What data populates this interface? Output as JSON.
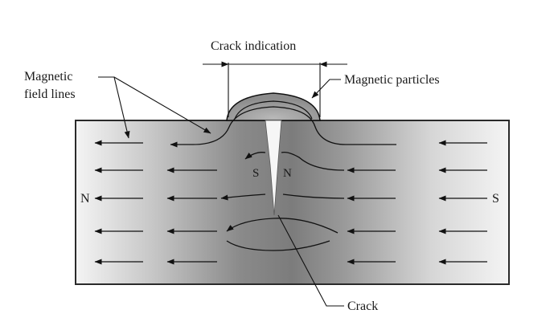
{
  "labels": {
    "crack_indication": "Crack indication",
    "magnetic_field_lines_1": "Magnetic",
    "magnetic_field_lines_2": "field lines",
    "magnetic_particles": "Magnetic particles",
    "crack": "Crack",
    "pole_left": "N",
    "pole_right": "S",
    "crack_pole_s": "S",
    "crack_pole_n": "N"
  },
  "colors": {
    "line": "#111111",
    "plate_edge": "#2a2a2a",
    "plate_dark": "#8f8f8f",
    "plate_light": "#f3f3f3",
    "particles": "#9a9a9a"
  }
}
